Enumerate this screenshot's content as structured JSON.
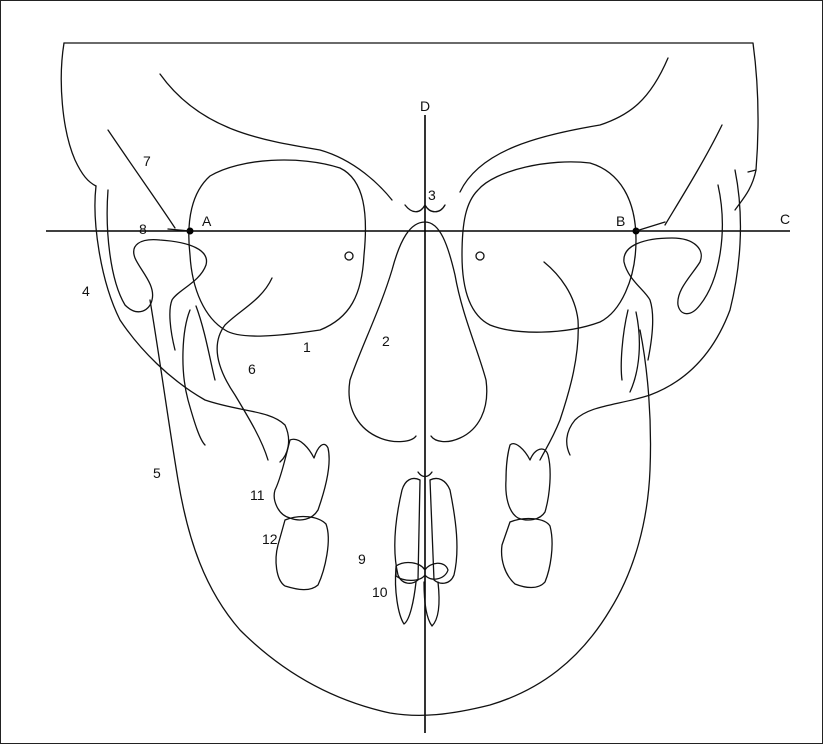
{
  "figure": {
    "labels": {
      "A": "A",
      "B": "B",
      "C": "C",
      "D": "D",
      "n1": "1",
      "n2": "2",
      "n3": "3",
      "n4": "4",
      "n5": "5",
      "n6": "6",
      "n7": "7",
      "n8": "8",
      "n9": "9",
      "n10": "10",
      "n11": "11",
      "n12": "12"
    },
    "colors": {
      "line": "#111111",
      "background": "#ffffff"
    }
  }
}
